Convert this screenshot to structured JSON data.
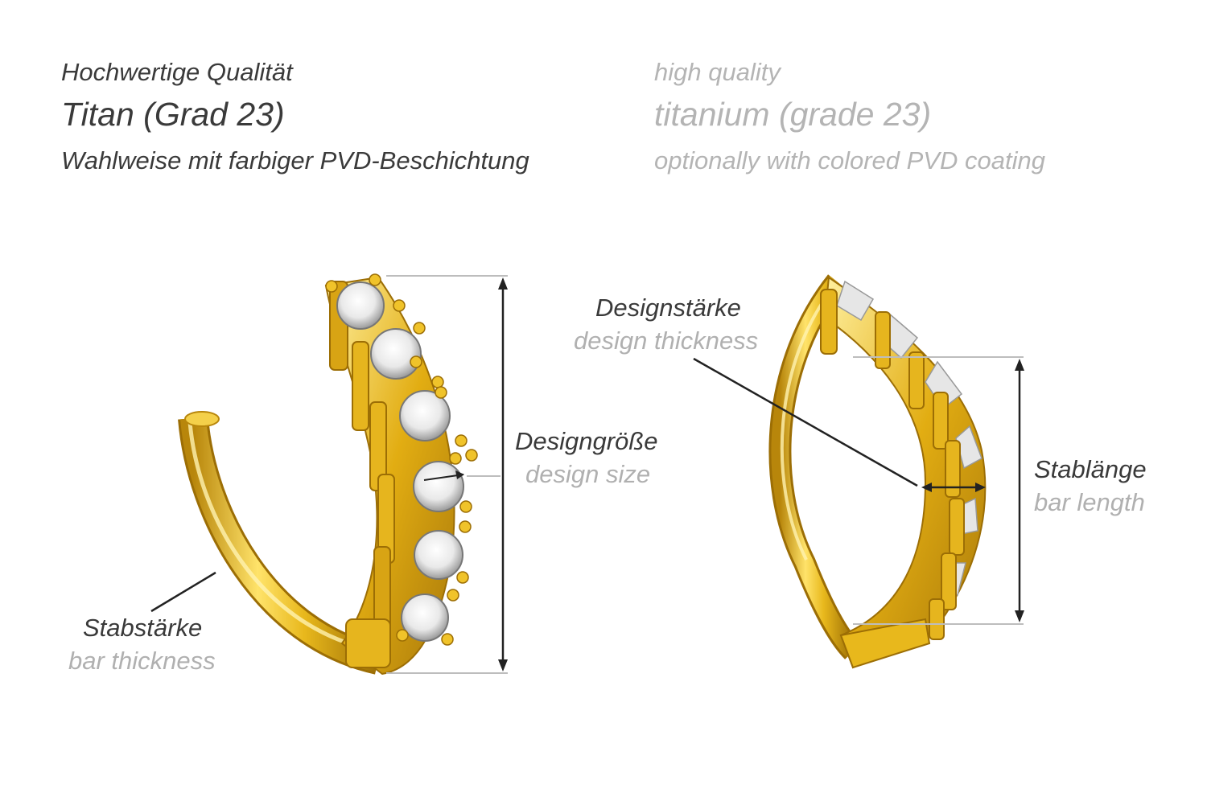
{
  "header": {
    "de": {
      "quality": "Hochwertige Qualität",
      "material": "Titan (Grad 23)",
      "coating": "Wahlweise mit farbiger PVD-Beschichtung"
    },
    "en": {
      "quality": "high quality",
      "material": "titanium (grade 23)",
      "coating": "optionally with colored PVD coating"
    }
  },
  "labels": {
    "design_size": {
      "de": "Designgröße",
      "en": "design size"
    },
    "bar_thickness": {
      "de": "Stabstärke",
      "en": "bar thickness"
    },
    "design_thickness": {
      "de": "Designstärke",
      "en": "design thickness"
    },
    "bar_length": {
      "de": "Stablänge",
      "en": "bar length"
    }
  },
  "colors": {
    "gold": "#e8b81c",
    "gold_dark": "#b8860b",
    "gold_light": "#fff0a0",
    "line_dark": "#222222",
    "line_grey": "#bdbdbd"
  }
}
